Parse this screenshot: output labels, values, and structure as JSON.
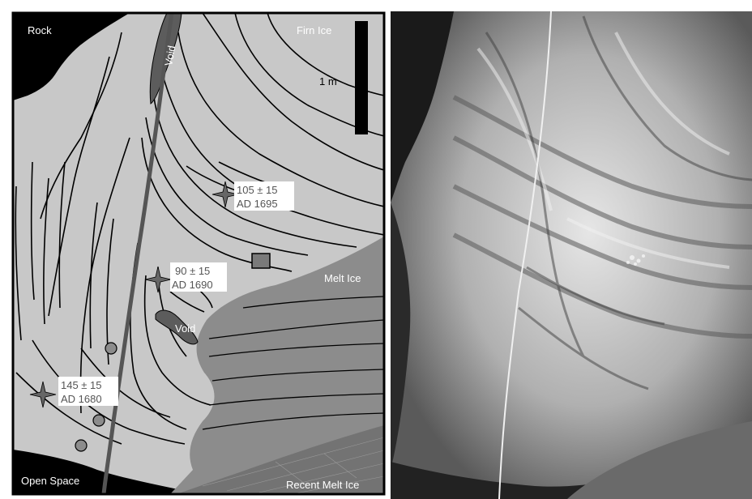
{
  "left_panel": {
    "regions": {
      "rock": "Rock",
      "firn_ice": "Firn Ice",
      "melt_ice": "Melt Ice",
      "open_space": "Open Space",
      "recent_melt_ice": "Recent Melt Ice"
    },
    "voids": {
      "upper": "Void",
      "lower": "Void"
    },
    "scale_bar": "1 m",
    "samples": [
      {
        "age": "105 ± 15",
        "date": "AD 1695"
      },
      {
        "age": "90 ± 15",
        "date": "AD 1690"
      },
      {
        "age": "145 ± 15",
        "date": "AD 1680"
      }
    ]
  },
  "colors": {
    "firn": "#c8c8c8",
    "melt": "#8c8c8c",
    "void": "#5c5c5c",
    "rock": "#000000",
    "recent_melt": "#737373"
  }
}
